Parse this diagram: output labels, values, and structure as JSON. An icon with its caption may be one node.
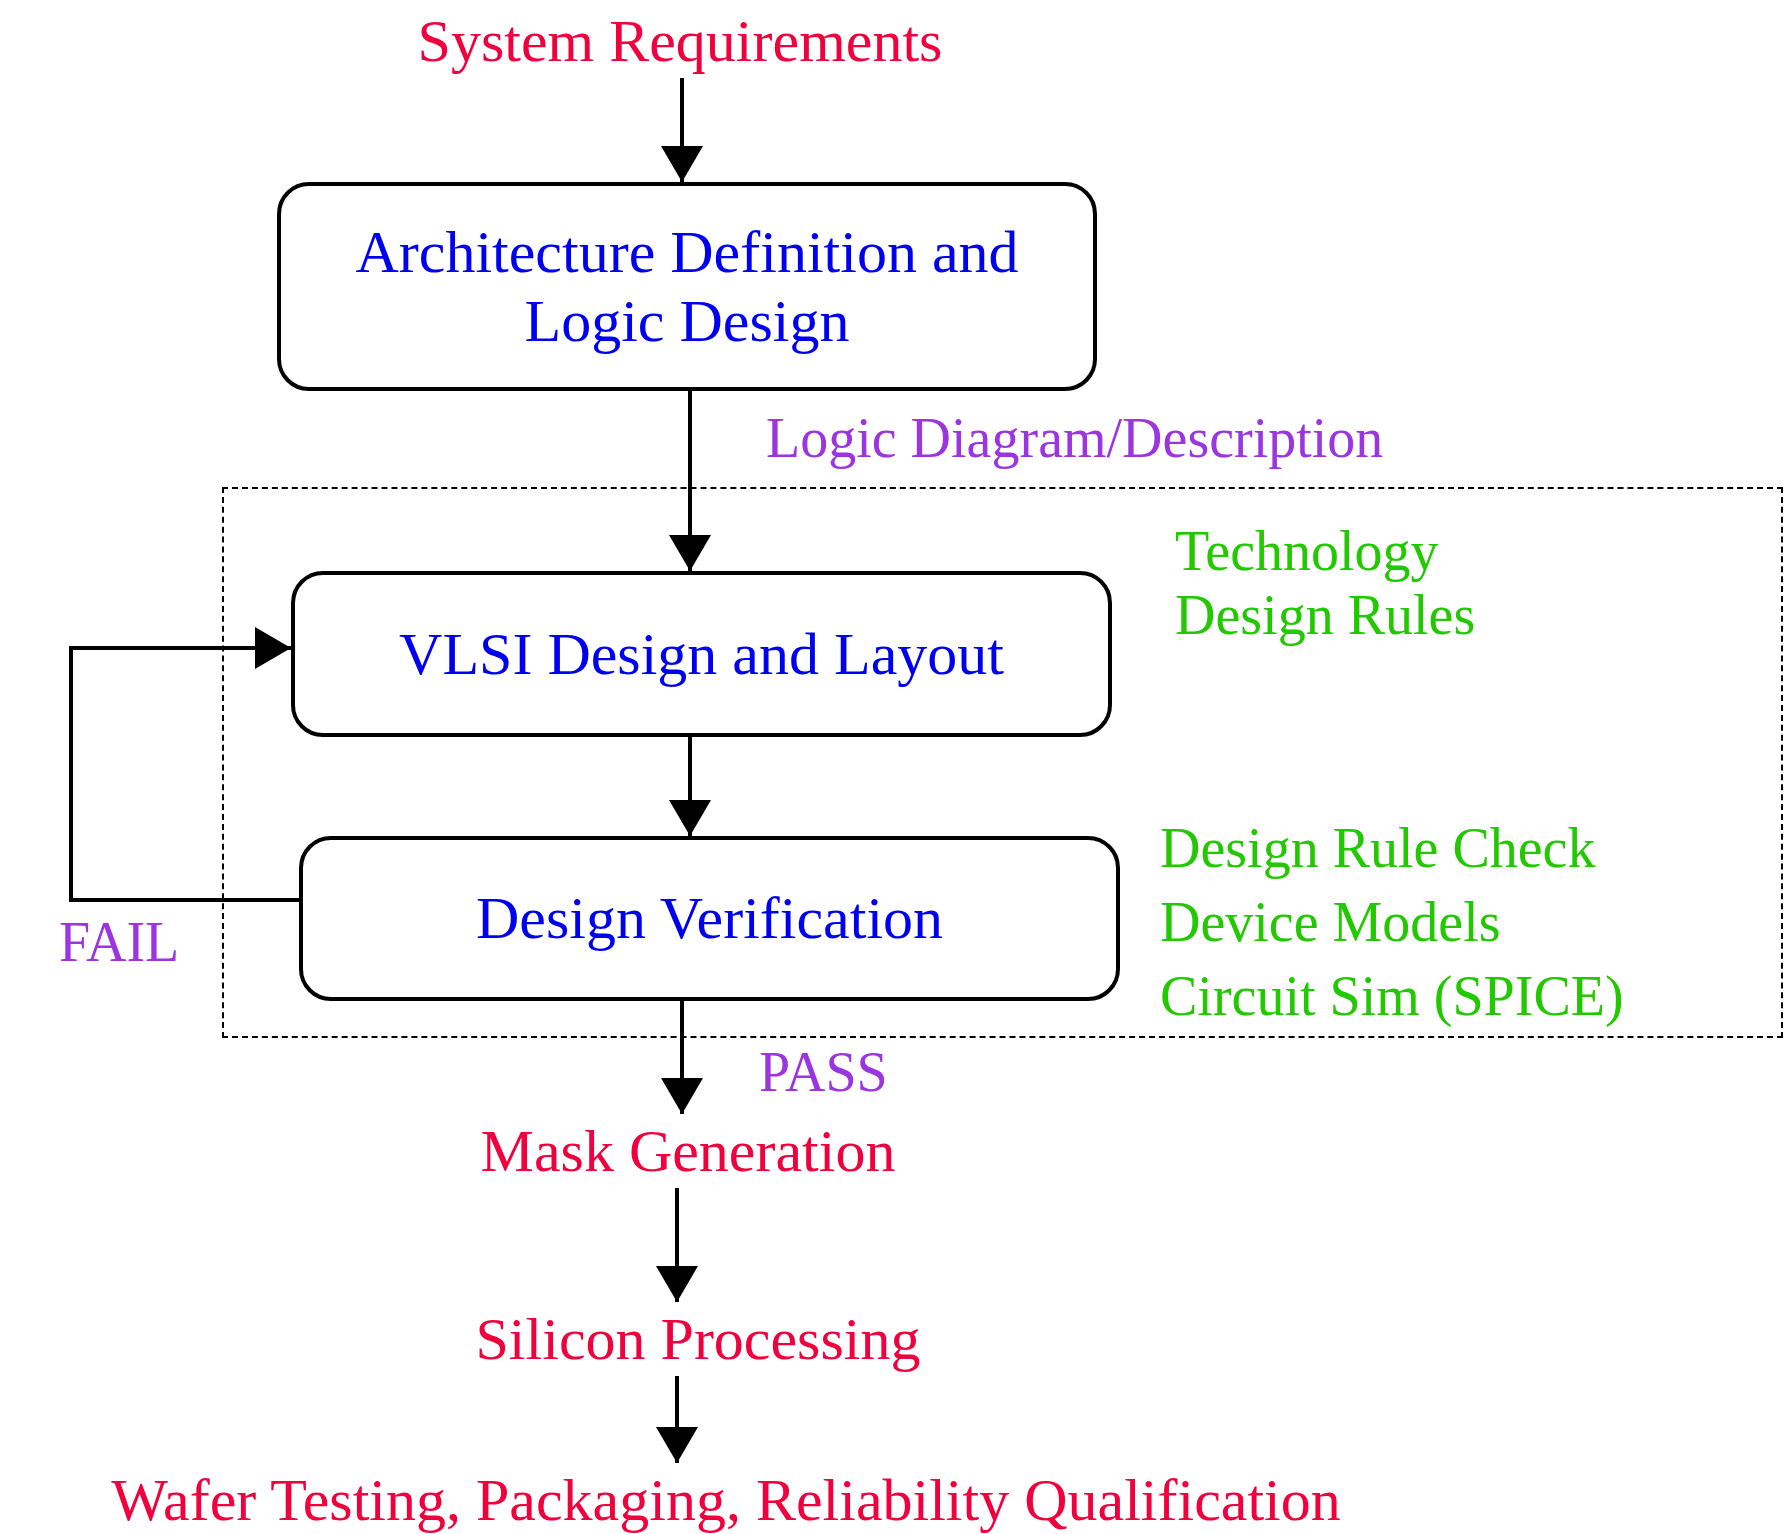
{
  "diagram": {
    "nodes": [
      {
        "text": [
          "System Requirements"
        ]
      },
      {
        "text": [
          "Architecture Definition and Logic Design"
        ]
      },
      {
        "text": [
          "Technology Design Rules",
          "Design Rule Check",
          "Device Models",
          "Circuit Sim (SPICE)"
        ]
      },
      {
        "text": [
          "VLSI Design and Layout"
        ],
        "in": 2
      },
      {
        "text": [
          "Design Verification"
        ],
        "in": 2
      },
      {
        "text": [
          "Mask Generation"
        ]
      },
      {
        "text": [
          "Silicon Processing"
        ]
      },
      {
        "text": [
          "Wafer Testing, Packaging, Reliability Qualification"
        ]
      }
    ],
    "edges": [
      {
        "from": 0,
        "to": 1,
        "arrow": "to"
      },
      {
        "from": 1,
        "to": 3,
        "arrow": "to",
        "label": "Logic Diagram/Description"
      },
      {
        "from": 3,
        "to": 4,
        "arrow": "to"
      },
      {
        "from": 4,
        "to": 3,
        "arrow": "to",
        "label": "FAIL"
      },
      {
        "from": 4,
        "to": 5,
        "arrow": "to",
        "label": "PASS"
      },
      {
        "from": 5,
        "to": 6,
        "arrow": "to"
      },
      {
        "from": 6,
        "to": 7,
        "arrow": "to"
      }
    ]
  }
}
